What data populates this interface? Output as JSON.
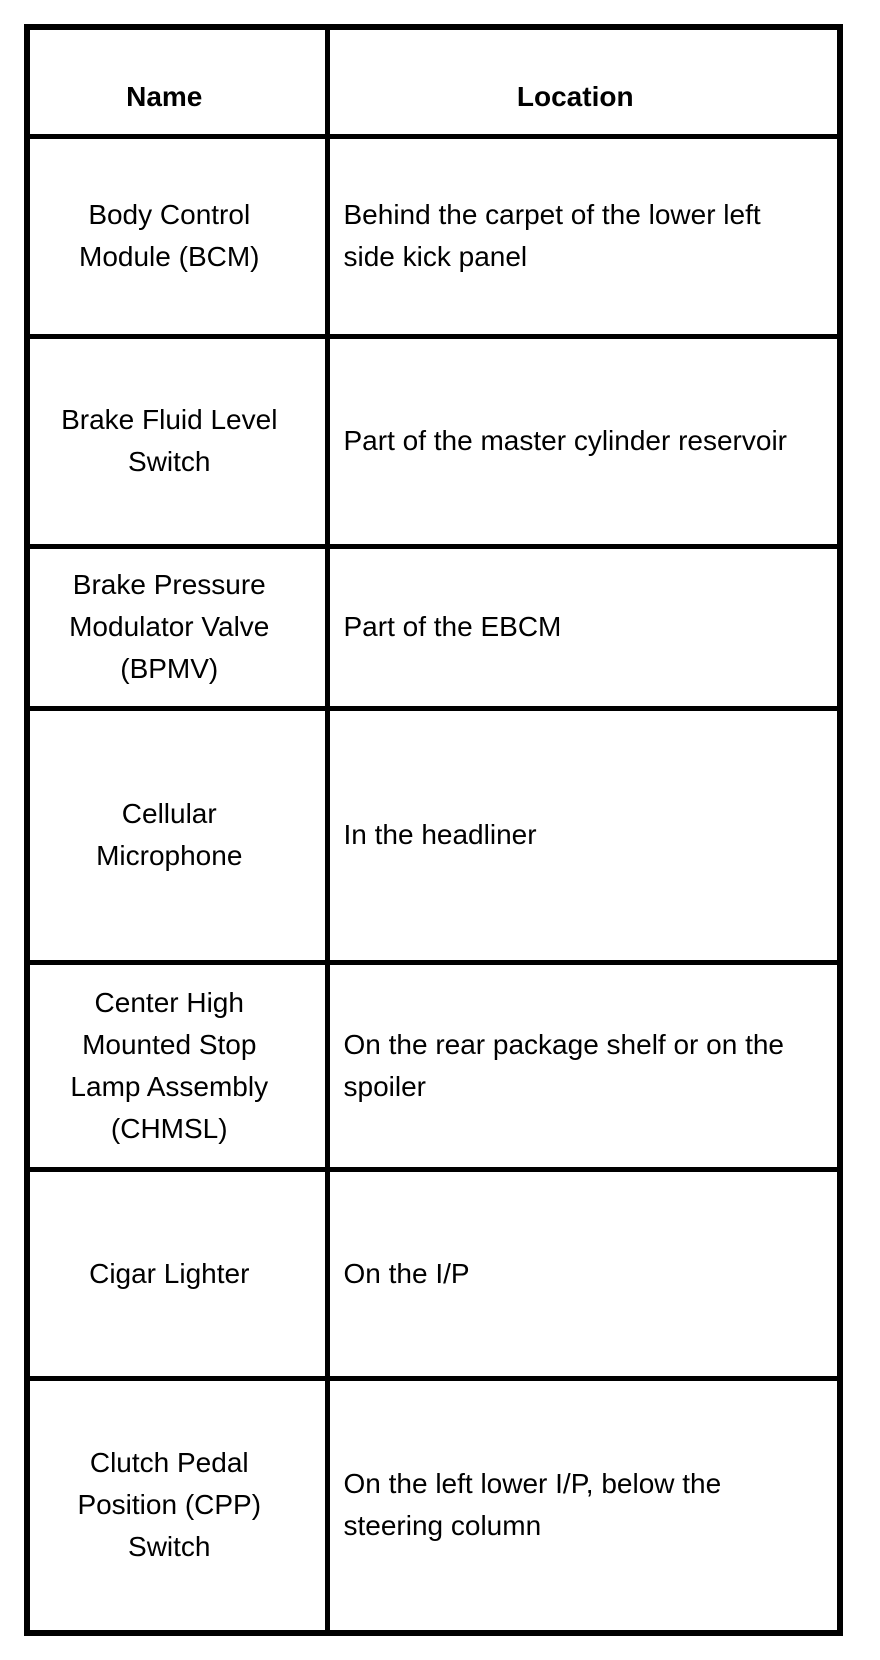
{
  "table": {
    "border_color": "#000000",
    "background_color": "#ffffff",
    "header": {
      "name": "Name",
      "location": "Location"
    },
    "rows": [
      {
        "name": "Body Control\nModule (BCM)",
        "location": "Behind the carpet of the lower left\nside kick panel"
      },
      {
        "name": "Brake Fluid Level\nSwitch",
        "location": "Part of the master cylinder reservoir"
      },
      {
        "name": "Brake Pressure\nModulator Valve\n(BPMV)",
        "location": "Part of the EBCM"
      },
      {
        "name": "Cellular\nMicrophone",
        "location": "In the headliner"
      },
      {
        "name": "Center High\nMounted Stop\nLamp Assembly\n(CHMSL)",
        "location": "On the rear package shelf or on the\nspoiler"
      },
      {
        "name": "Cigar Lighter",
        "location": "On the I/P"
      },
      {
        "name": "Clutch Pedal\nPosition (CPP)\nSwitch",
        "location": "On the left lower I/P, below the\nsteering column"
      }
    ]
  }
}
